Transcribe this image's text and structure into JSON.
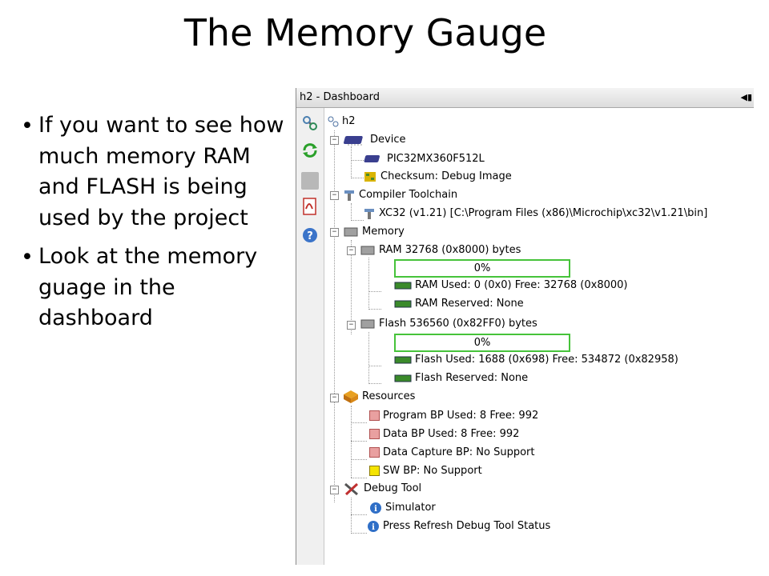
{
  "slide": {
    "title": "The Memory Gauge",
    "bullets": [
      "If you want to see how much memory RAM and FLASH is being used by the project",
      "Look at the memory guage in the dashboard"
    ]
  },
  "dashboard": {
    "title": "h2 - Dashboard",
    "toolbar_icons": [
      "settings-icon",
      "refresh-icon",
      "disabled-icon",
      "pdf-icon",
      "help-icon"
    ],
    "tree": {
      "root": "h2",
      "device": {
        "label": "Device",
        "chip": "PIC32MX360F512L",
        "checksum": "Checksum: Debug Image"
      },
      "compiler": {
        "label": "Compiler Toolchain",
        "toolchain": "XC32 (v1.21) [C:\\Program Files (x86)\\Microchip\\xc32\\v1.21\\bin]"
      },
      "memory": {
        "label": "Memory",
        "ram": {
          "label": "RAM 32768 (0x8000) bytes",
          "gauge_text": "0%",
          "gauge_fraction": 0,
          "used": "RAM Used: 0 (0x0) Free: 32768 (0x8000)",
          "reserved": "RAM Reserved: None"
        },
        "flash": {
          "label": "Flash 536560 (0x82FF0) bytes",
          "gauge_text": "0%",
          "gauge_fraction": 0,
          "used": "Flash Used: 1688 (0x698) Free: 534872 (0x82958)",
          "reserved": "Flash Reserved: None"
        }
      },
      "resources": {
        "label": "Resources",
        "program_bp": "Program BP Used: 8  Free: 992",
        "data_bp": "Data BP Used: 8  Free: 992",
        "data_capture": "Data Capture BP: No Support",
        "sw_bp": "SW BP: No Support"
      },
      "debug_tool": {
        "label": "Debug Tool",
        "simulator": "Simulator",
        "status": "Press Refresh Debug Tool Status"
      }
    }
  },
  "colors": {
    "gauge_border": "#46c33a",
    "resource_red": "#e9a0a0",
    "resource_yellow": "#f5e400",
    "info_blue": "#2f6fc7"
  }
}
